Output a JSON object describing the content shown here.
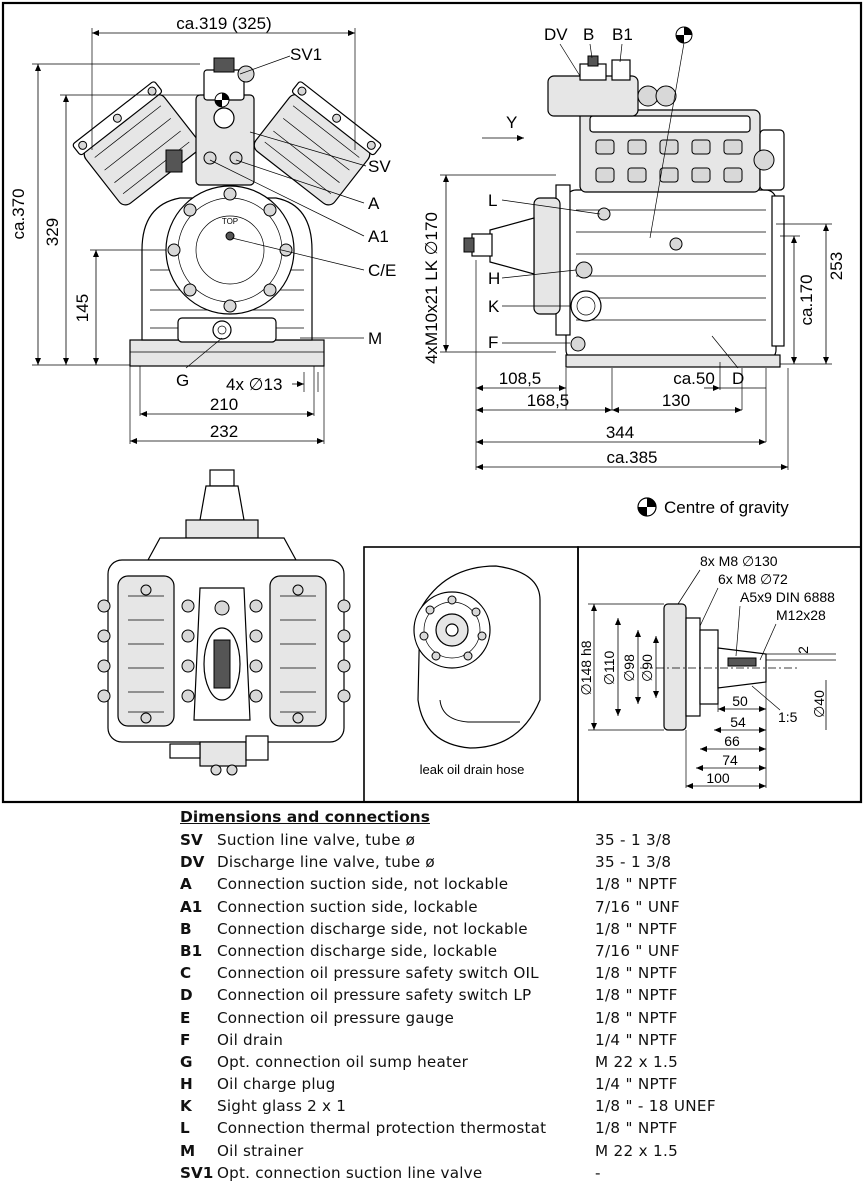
{
  "drawing": {
    "front_view": {
      "dims": {
        "width_top": "ca.319 (325)",
        "height_total": "ca.370",
        "height_329": "329",
        "height_145": "145",
        "holes": "4x ∅13",
        "width_210": "210",
        "width_232": "232"
      },
      "callouts": {
        "SV1": "SV1",
        "SV": "SV",
        "A": "A",
        "A1": "A1",
        "CE": "C/E",
        "M": "M",
        "G": "G"
      },
      "top_mark": "TOP"
    },
    "side_view": {
      "callouts": {
        "DV": "DV",
        "B": "B",
        "B1": "B1",
        "Y": "Y",
        "L": "L",
        "H": "H",
        "K": "K",
        "F": "F",
        "D": "D"
      },
      "dims": {
        "flange": "4xM10x21 LK ∅170",
        "height_253": "253",
        "height_170": "ca.170",
        "d108": "108,5",
        "d168": "168,5",
        "d50": "ca.50",
        "d130": "130",
        "d344": "344",
        "d385": "ca.385"
      },
      "gravity_legend": "Centre of gravity"
    },
    "detail_leak": {
      "caption": "leak oil drain hose"
    },
    "detail_shaft": {
      "dims": {
        "m8_130": "8x M8  ∅130",
        "m8_72": "6x M8  ∅72",
        "key": "A5x9 DIN 6888",
        "thread": "M12x28",
        "d148": "∅148 h8",
        "d110": "∅110",
        "d98": "∅98",
        "d90": "∅90",
        "two": "2",
        "d40": "∅40",
        "taper": "1:5",
        "l50": "50",
        "l54": "54",
        "l66": "66",
        "l74": "74",
        "l100": "100"
      }
    }
  },
  "legend": {
    "title": "Dimensions and connections",
    "rows": [
      {
        "code": "SV",
        "desc": "Suction line valve, tube ø",
        "value": "35 - 1 3/8"
      },
      {
        "code": "DV",
        "desc": "Discharge line valve, tube ø",
        "value": "35 - 1 3/8"
      },
      {
        "code": "A",
        "desc": "Connection suction side, not lockable",
        "value": "1/8 \" NPTF"
      },
      {
        "code": "A1",
        "desc": "Connection suction side, lockable",
        "value": "7/16 \" UNF"
      },
      {
        "code": "B",
        "desc": "Connection discharge side, not lockable",
        "value": "1/8 \" NPTF"
      },
      {
        "code": "B1",
        "desc": "Connection discharge side, lockable",
        "value": "7/16 \" UNF"
      },
      {
        "code": "C",
        "desc": "Connection oil pressure safety switch OIL",
        "value": "1/8 \" NPTF"
      },
      {
        "code": "D",
        "desc": "Connection oil pressure safety switch LP",
        "value": "1/8 \" NPTF"
      },
      {
        "code": "E",
        "desc": "Connection oil pressure gauge",
        "value": "1/8 \" NPTF"
      },
      {
        "code": "F",
        "desc": "Oil drain",
        "value": "1/4 \" NPTF"
      },
      {
        "code": "G",
        "desc": "Opt. connection oil sump heater",
        "value": "M 22 x 1.5"
      },
      {
        "code": "H",
        "desc": "Oil charge plug",
        "value": "1/4 \" NPTF"
      },
      {
        "code": "K",
        "desc": "Sight glass 2 x 1",
        "value": "1/8 \" - 18 UNEF"
      },
      {
        "code": "L",
        "desc": "Connection thermal protection thermostat",
        "value": "1/8 \" NPTF"
      },
      {
        "code": "M",
        "desc": "Oil strainer",
        "value": "M 22 x 1.5"
      },
      {
        "code": "SV1",
        "desc": "Opt. connection suction line valve",
        "value": "-"
      }
    ]
  }
}
